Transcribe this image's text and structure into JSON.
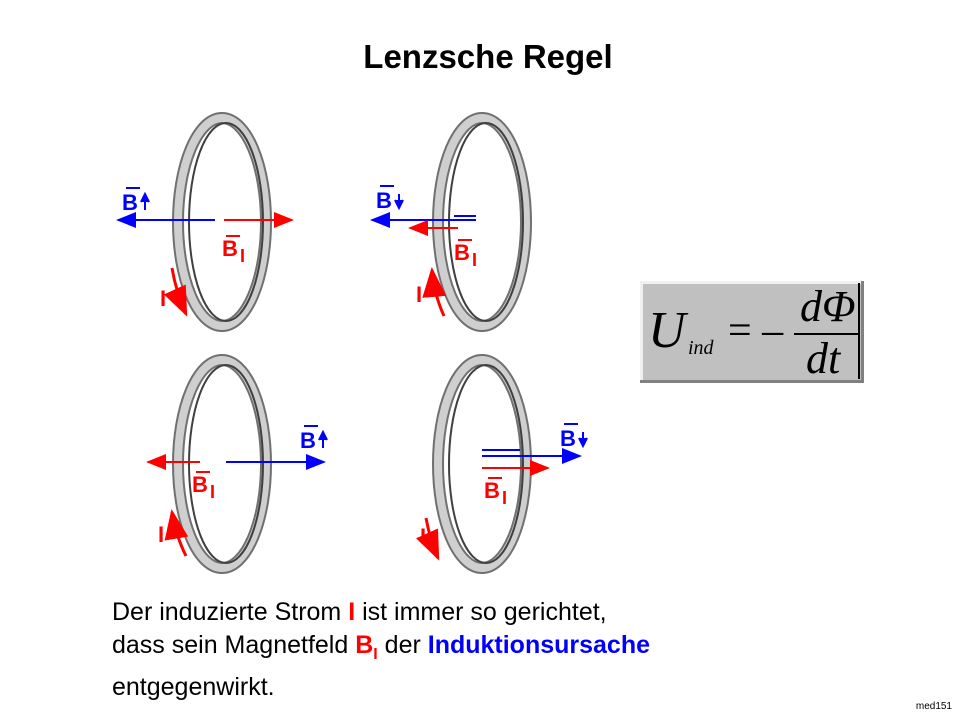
{
  "title": "Lenzsche Regel",
  "labels": {
    "b": "B",
    "b_sub": "I",
    "current": "I"
  },
  "formula": {
    "lhs": "U",
    "lhs_sub": "ind",
    "equals": "= –",
    "numerator": "dΦ",
    "denominator": "dt"
  },
  "text": {
    "line1_a": "Der induzierte Strom ",
    "line1_red": "I",
    "line1_b": " ist immer so gerichtet,",
    "line2_a": "dass sein Magnetfeld ",
    "line2_red": "B",
    "line2_red_sub": "I",
    "line2_b": " der ",
    "line2_blue": "Induktionsursache",
    "line3": "entgegenwirkt."
  },
  "footer": "med151",
  "colors": {
    "red": "#ff0000",
    "blue": "#0000ff",
    "ring": "#c8c8c8"
  }
}
